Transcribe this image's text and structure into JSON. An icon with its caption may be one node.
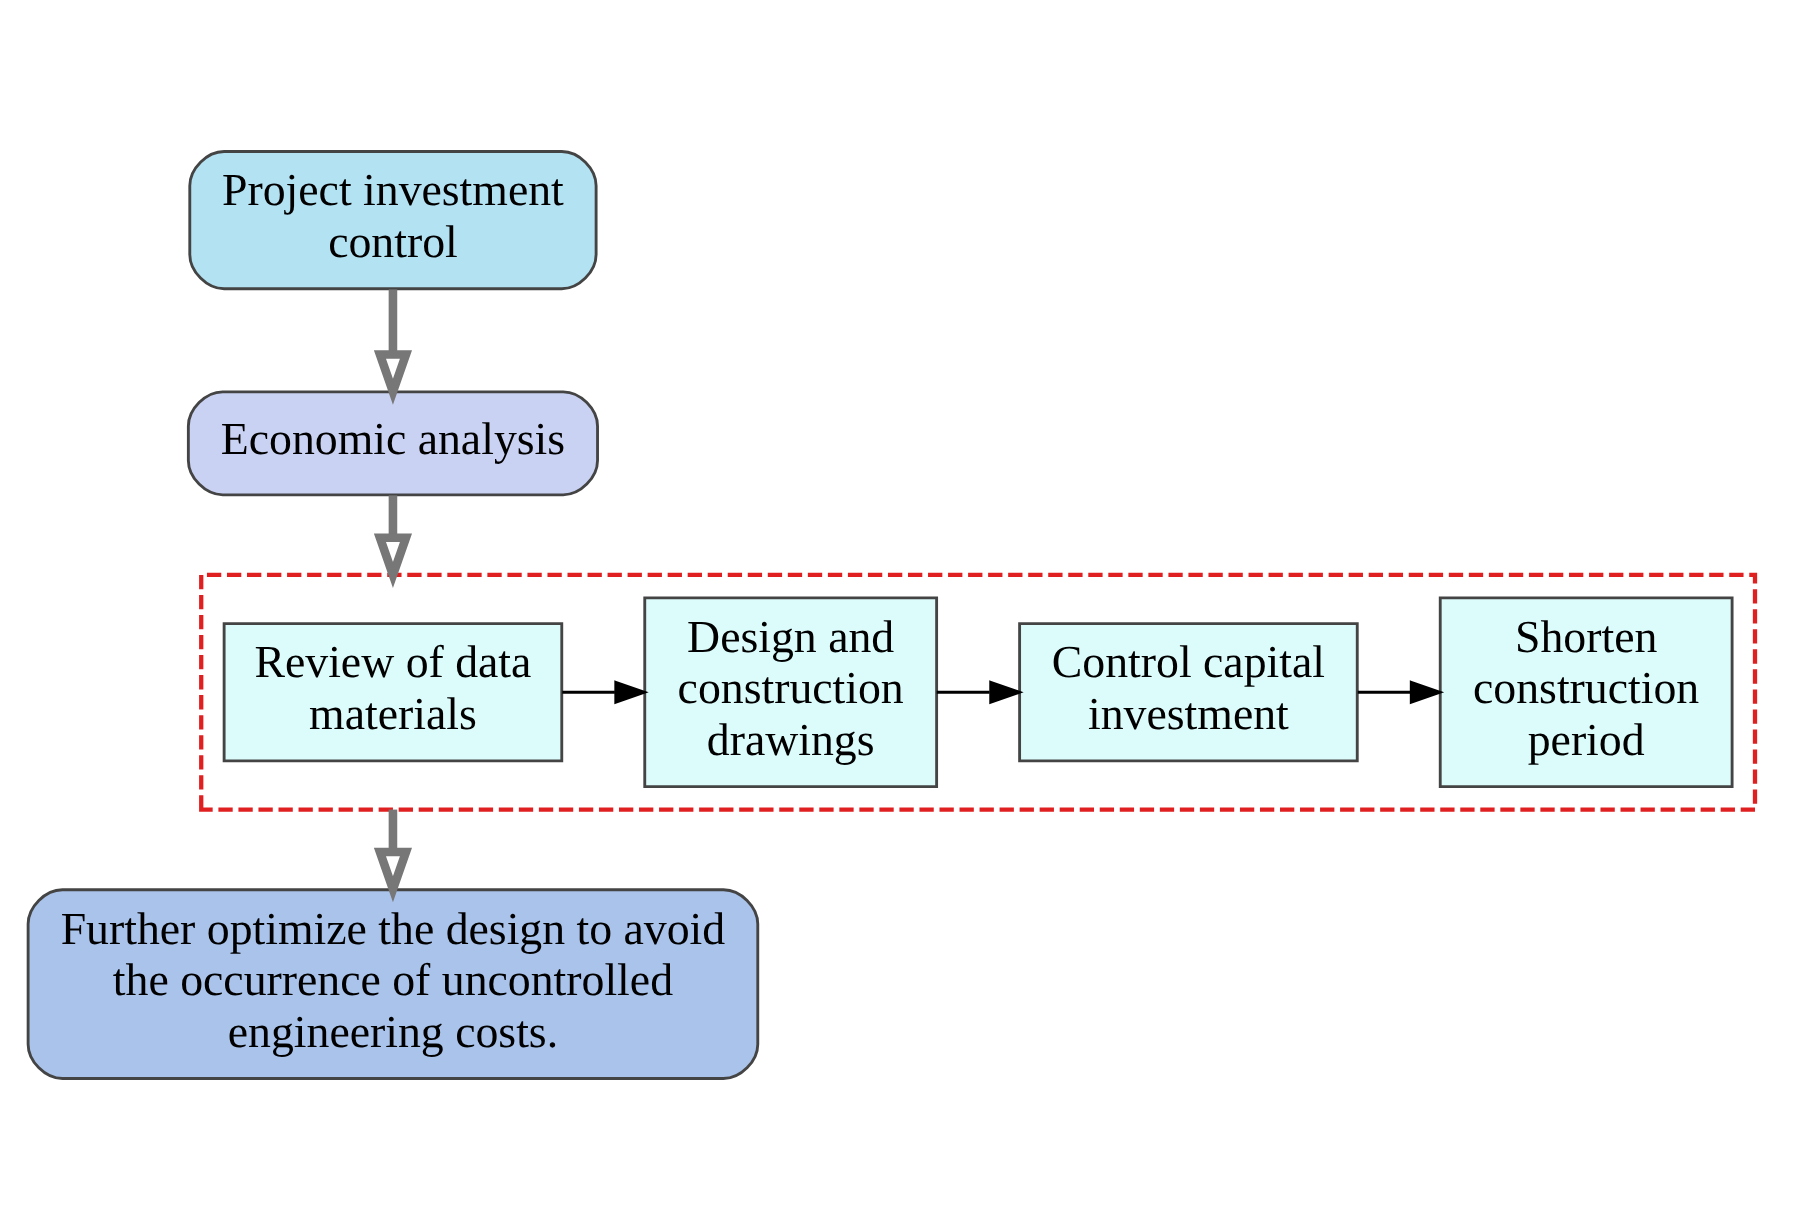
{
  "diagram": {
    "nodes": [
      {
        "text": [
          "Project investment control"
        ]
      },
      {
        "text": [
          "Economic analysis"
        ]
      },
      {
        "text": [],
        "shape": "box"
      },
      {
        "text": [
          "Review of data materials"
        ],
        "in": 2
      },
      {
        "text": [
          "Design and construction drawings"
        ],
        "in": 2
      },
      {
        "text": [
          "Control capital investment"
        ],
        "in": 2
      },
      {
        "text": [
          "Shorten construction period"
        ],
        "in": 2
      },
      {
        "text": [
          "Further optimize the design to avoid the occurrence of uncontrolled engineering costs."
        ]
      }
    ],
    "edges": [
      {
        "from": 0,
        "to": 1,
        "arrow": "to",
        "style": "thick"
      },
      {
        "from": 1,
        "to": 2,
        "arrow": "to",
        "style": "thick"
      },
      {
        "from": 3,
        "to": 4,
        "arrow": "to",
        "color": "#000000"
      },
      {
        "from": 4,
        "to": 5,
        "arrow": "to",
        "color": "#000000"
      },
      {
        "from": 5,
        "to": 6,
        "arrow": "to",
        "color": "#000000"
      },
      {
        "from": 2,
        "to": 7,
        "arrow": "to",
        "style": "thick"
      }
    ]
  }
}
